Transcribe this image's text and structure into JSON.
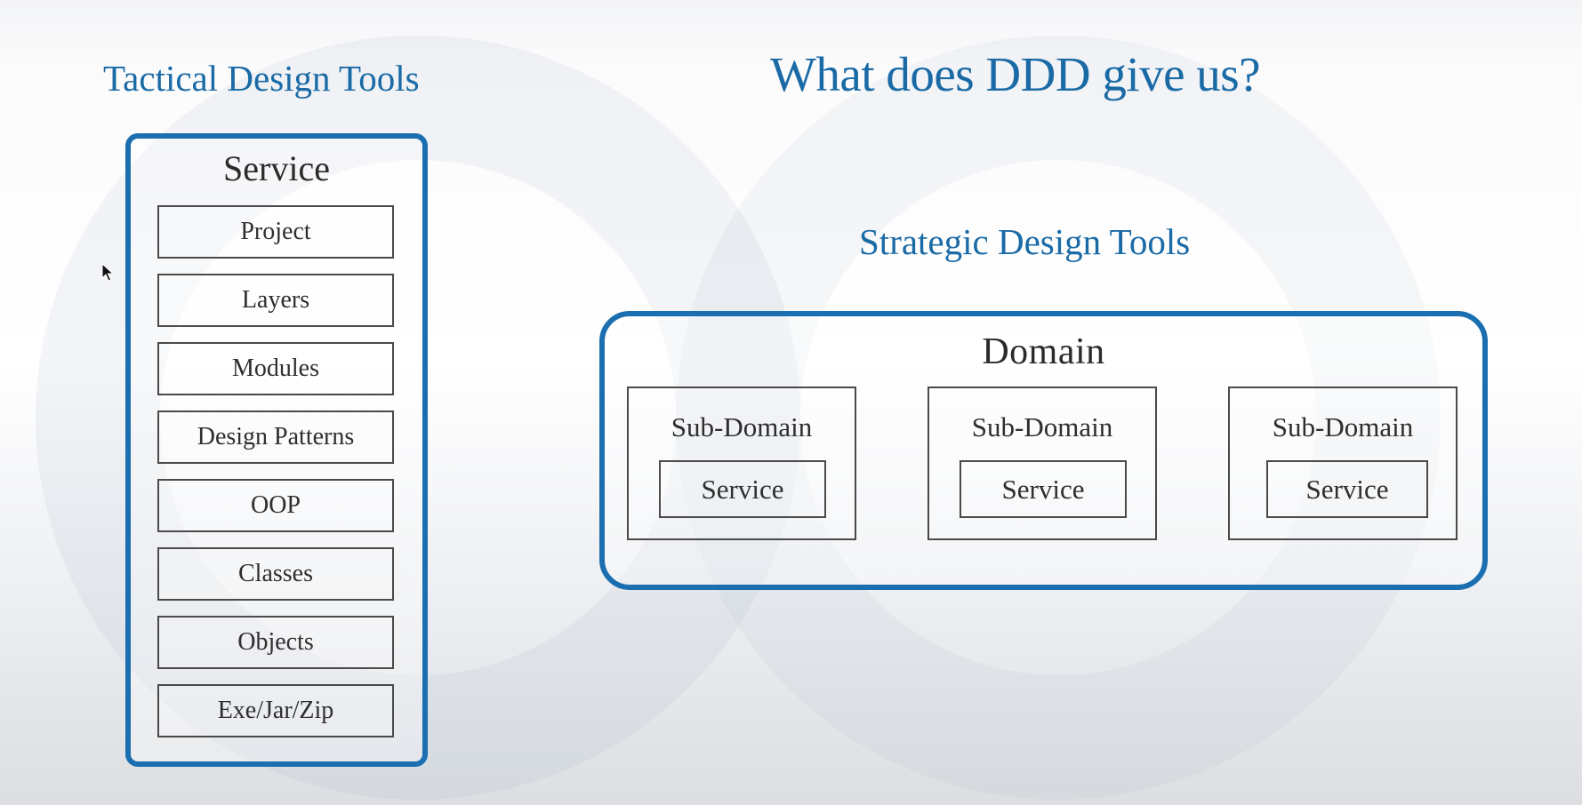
{
  "title": "What does DDD give us?",
  "tactical": {
    "heading": "Tactical Design Tools",
    "container_label": "Service",
    "items": [
      "Project",
      "Layers",
      "Modules",
      "Design Patterns",
      "OOP",
      "Classes",
      "Objects",
      "Exe/Jar/Zip"
    ]
  },
  "strategic": {
    "heading": "Strategic Design Tools",
    "container_label": "Domain",
    "subdomains": [
      {
        "label": "Sub-Domain",
        "service": "Service"
      },
      {
        "label": "Sub-Domain",
        "service": "Service"
      },
      {
        "label": "Sub-Domain",
        "service": "Service"
      }
    ]
  },
  "colors": {
    "accent_blue": "#1b6fb0",
    "heading_blue": "#1a6aa6",
    "box_border": "#4a4a4a",
    "text_dark": "#2e2e2e"
  },
  "icons": [
    "mouse-pointer-icon"
  ]
}
